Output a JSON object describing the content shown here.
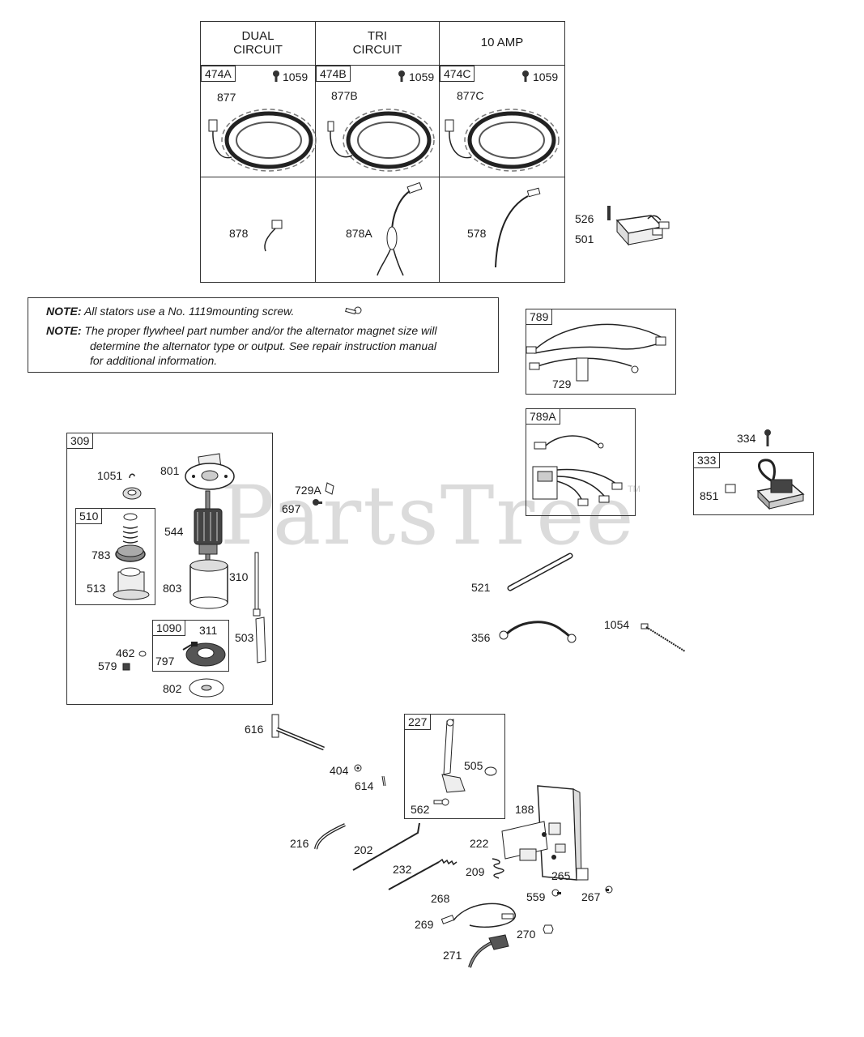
{
  "stator_table": {
    "headers": [
      {
        "line1": "DUAL",
        "line2": "CIRCUIT"
      },
      {
        "line1": "TRI",
        "line2": "CIRCUIT"
      },
      {
        "line1": "10 AMP",
        "line2": ""
      }
    ],
    "stators": [
      {
        "part": "474A",
        "screw": "1059",
        "lead": "877"
      },
      {
        "part": "474B",
        "screw": "1059",
        "lead": "877B"
      },
      {
        "part": "474C",
        "screw": "1059",
        "lead": "877C"
      }
    ],
    "harness": [
      "878",
      "878A",
      "578"
    ]
  },
  "notes": [
    {
      "prefix": "NOTE:",
      "text": "All stators use a No. 1119mounting screw."
    },
    {
      "prefix": "NOTE:",
      "text": "The proper flywheel part number and/or the alternator magnet size will",
      "cont1": "determine the alternator type or output. See repair instruction manual",
      "cont2": "for additional information."
    }
  ],
  "watermark": {
    "text": "PartsTree",
    "tm": "TM"
  },
  "boxes": {
    "b789": "789",
    "b789A": "789A",
    "b333": "333",
    "b309": "309",
    "b510": "510",
    "b1090": "1090",
    "b227": "227"
  },
  "labels": {
    "p526": "526",
    "p501": "501",
    "p729": "729",
    "p334": "334",
    "p851": "851",
    "p1051": "1051",
    "p801": "801",
    "p544": "544",
    "p783": "783",
    "p513": "513",
    "p803": "803",
    "p310": "310",
    "p311": "311",
    "p797": "797",
    "p462": "462",
    "p579": "579",
    "p503": "503",
    "p802": "802",
    "p729A": "729A",
    "p697": "697",
    "p521": "521",
    "p356": "356",
    "p1054": "1054",
    "p616": "616",
    "p404": "404",
    "p614": "614",
    "p505": "505",
    "p562": "562",
    "p188": "188",
    "p216": "216",
    "p202": "202",
    "p222": "222",
    "p232": "232",
    "p209": "209",
    "p265": "265",
    "p268": "268",
    "p559": "559",
    "p267": "267",
    "p269": "269",
    "p270": "270",
    "p271": "271"
  }
}
